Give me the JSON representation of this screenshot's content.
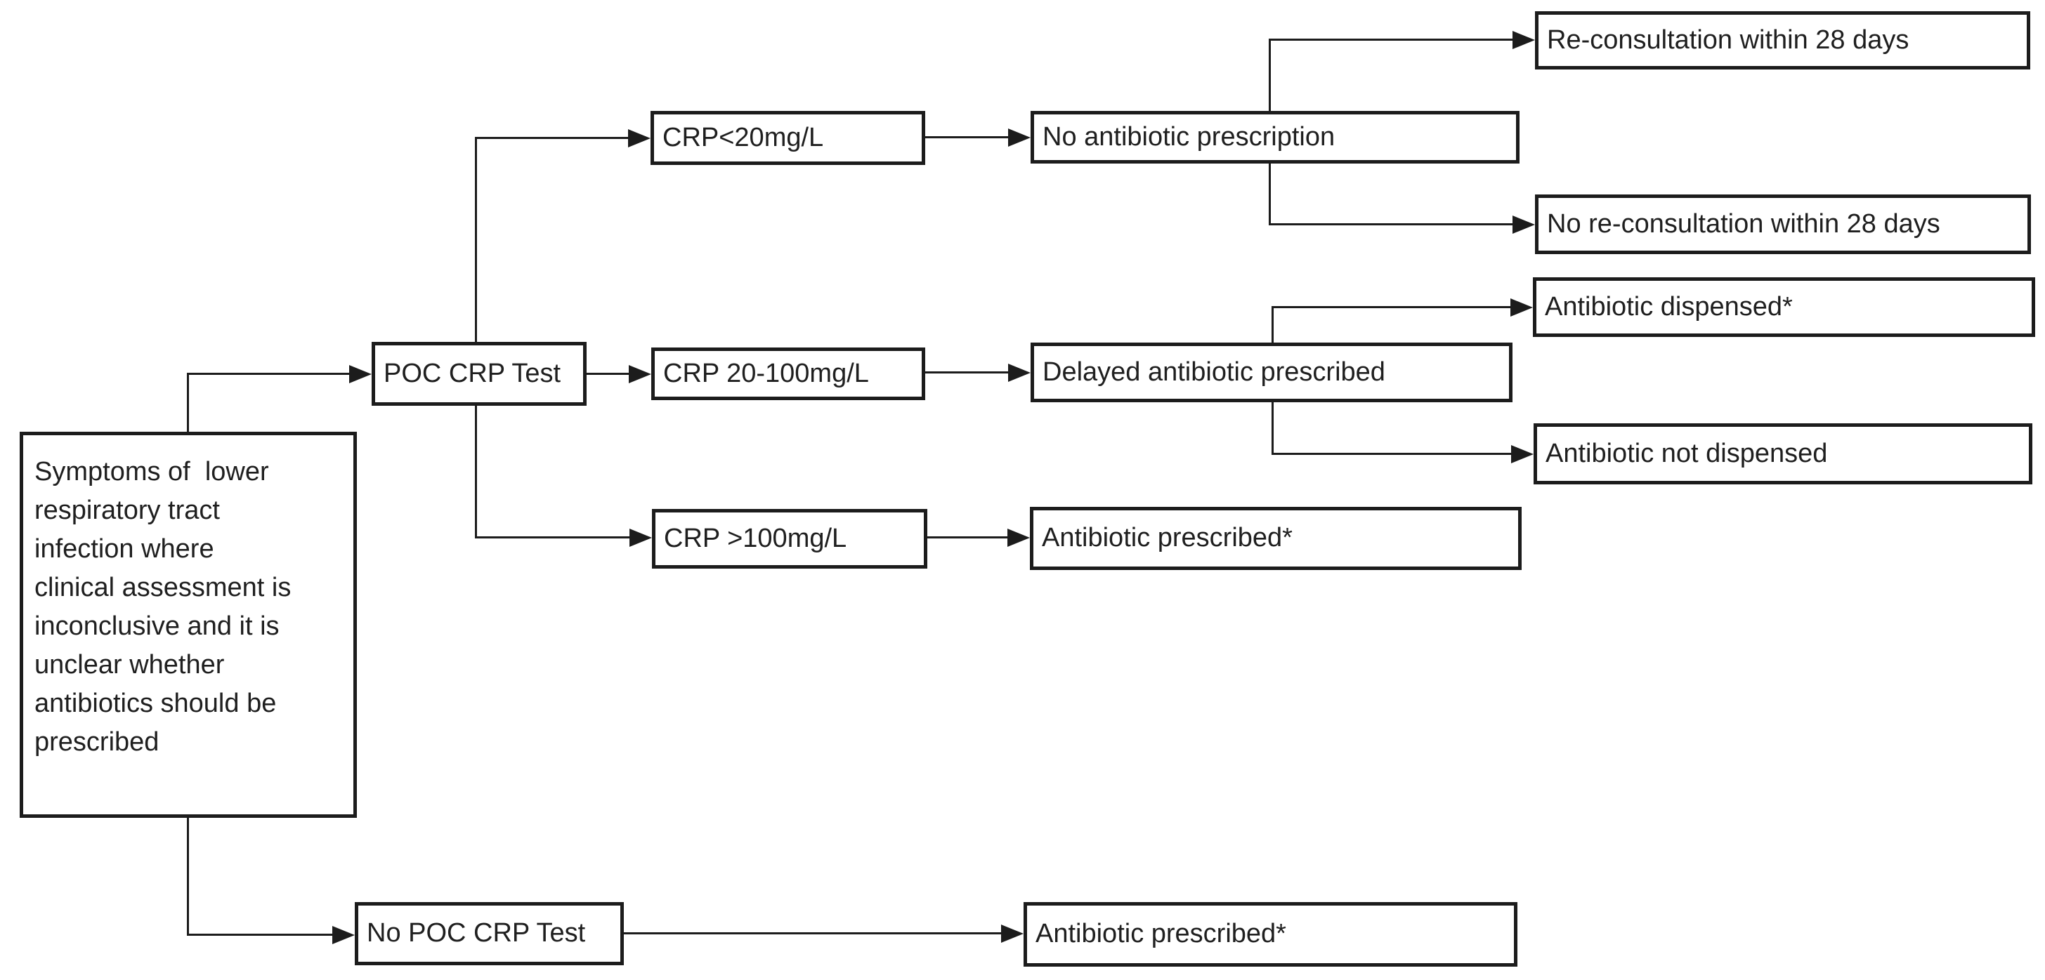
{
  "palette": {
    "line_color": "#1c1c1c",
    "text_color": "#1f1f1f",
    "background_color": "#ffffff"
  },
  "nodes": {
    "symptoms": {
      "label": "Symptoms of  lower\nrespiratory tract\ninfection where\nclinical assessment is\ninconclusive and it is\nunclear whether\nantibiotics should be\nprescribed"
    },
    "poc_test": {
      "label": "POC CRP Test"
    },
    "no_poc_test": {
      "label": "No POC CRP Test"
    },
    "crp_low": {
      "label": "CRP<20mg/L"
    },
    "crp_mid": {
      "label": "CRP 20-100mg/L"
    },
    "crp_high": {
      "label": "CRP >100mg/L"
    },
    "no_antibiotic": {
      "label": "No antibiotic prescription"
    },
    "delayed_antibiotic": {
      "label": "Delayed antibiotic prescribed"
    },
    "antibiotic_prescribed_mid": {
      "label": "Antibiotic prescribed*"
    },
    "antibiotic_prescribed_bottom": {
      "label": "Antibiotic prescribed*"
    },
    "reconsultation": {
      "label": "Re-consultation within 28 days"
    },
    "no_reconsultation": {
      "label": "No re-consultation within 28 days"
    },
    "antibiotic_dispensed": {
      "label": "Antibiotic dispensed*"
    },
    "antibiotic_not_dispensed": {
      "label": "Antibiotic not dispensed"
    }
  }
}
